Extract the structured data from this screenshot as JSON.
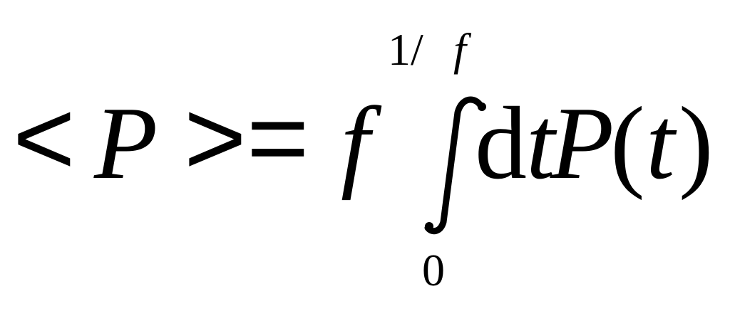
{
  "formula": {
    "left_angle": "<",
    "lhs_symbol": "P",
    "right_angle": ">",
    "equals": "=",
    "factor": "f",
    "integral_upper_limit": "1/ f",
    "integral_upper_numerator": "1/",
    "integral_upper_denominator": "f",
    "integral_lower_limit": "0",
    "integrand_differential": "d",
    "integrand_variable": "t",
    "integrand_function": "P",
    "open_paren": "(",
    "argument": "t",
    "close_paren": ")"
  }
}
